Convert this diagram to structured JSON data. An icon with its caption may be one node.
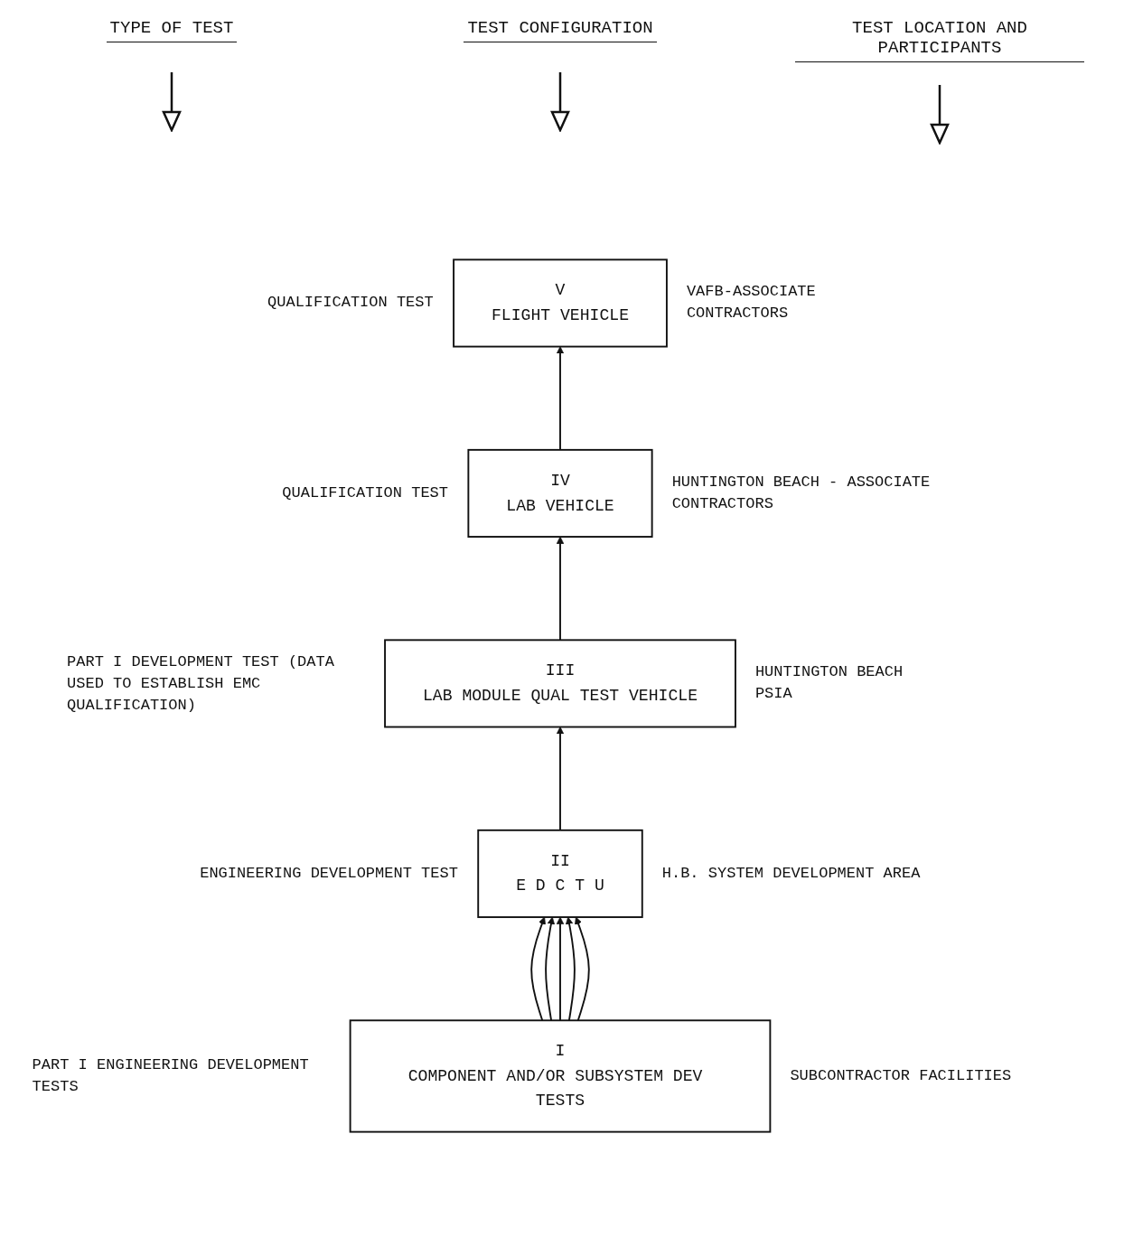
{
  "diagram": {
    "nodes": [
      {
        "text": [
          "V",
          "FLIGHT VEHICLE"
        ],
        "beside": [
          "QUALIFICATION TEST",
          "VAFB-ASSOCIATE CONTRACTORS"
        ]
      },
      {
        "text": [
          "IV",
          "LAB VEHICLE"
        ],
        "beside": [
          "QUALIFICATION TEST",
          "HUNTINGTON BEACH - ASSOCIATE CONTRACTORS"
        ]
      },
      {
        "text": [
          "III",
          "LAB MODULE QUAL TEST VEHICLE"
        ],
        "beside": [
          "PART I DEVELOPMENT TEST (DATA USED TO ESTABLISH EMC QUALIFICATION)",
          "HUNTINGTON BEACH PSIA"
        ]
      },
      {
        "text": [
          "II",
          "E D C T U"
        ],
        "beside": [
          "ENGINEERING DEVELOPMENT TEST",
          "H.B. SYSTEM DEVELOPMENT AREA"
        ]
      },
      {
        "text": [
          "I",
          "COMPONENT AND/OR SUBSYSTEM DEV TESTS"
        ],
        "beside": [
          "PART I ENGINEERING DEVELOPMENT TESTS",
          "SUBCONTRACTOR FACILITIES"
        ]
      }
    ],
    "edges": [
      {
        "from": 4,
        "to": 3,
        "arrow": "to"
      },
      {
        "from": 4,
        "to": 3,
        "arrow": "to"
      },
      {
        "from": 4,
        "to": 3,
        "arrow": "to"
      },
      {
        "from": 4,
        "to": 3,
        "arrow": "to"
      },
      {
        "from": 4,
        "to": 3,
        "arrow": "to"
      },
      {
        "from": 3,
        "to": 2,
        "arrow": "to"
      },
      {
        "from": 2,
        "to": 1,
        "arrow": "to"
      },
      {
        "from": 1,
        "to": 0,
        "arrow": "to"
      }
    ],
    "labels": [
      "TYPE OF TEST",
      "TEST CONFIGURATION",
      "TEST LOCATION AND PARTICIPANTS"
    ]
  }
}
